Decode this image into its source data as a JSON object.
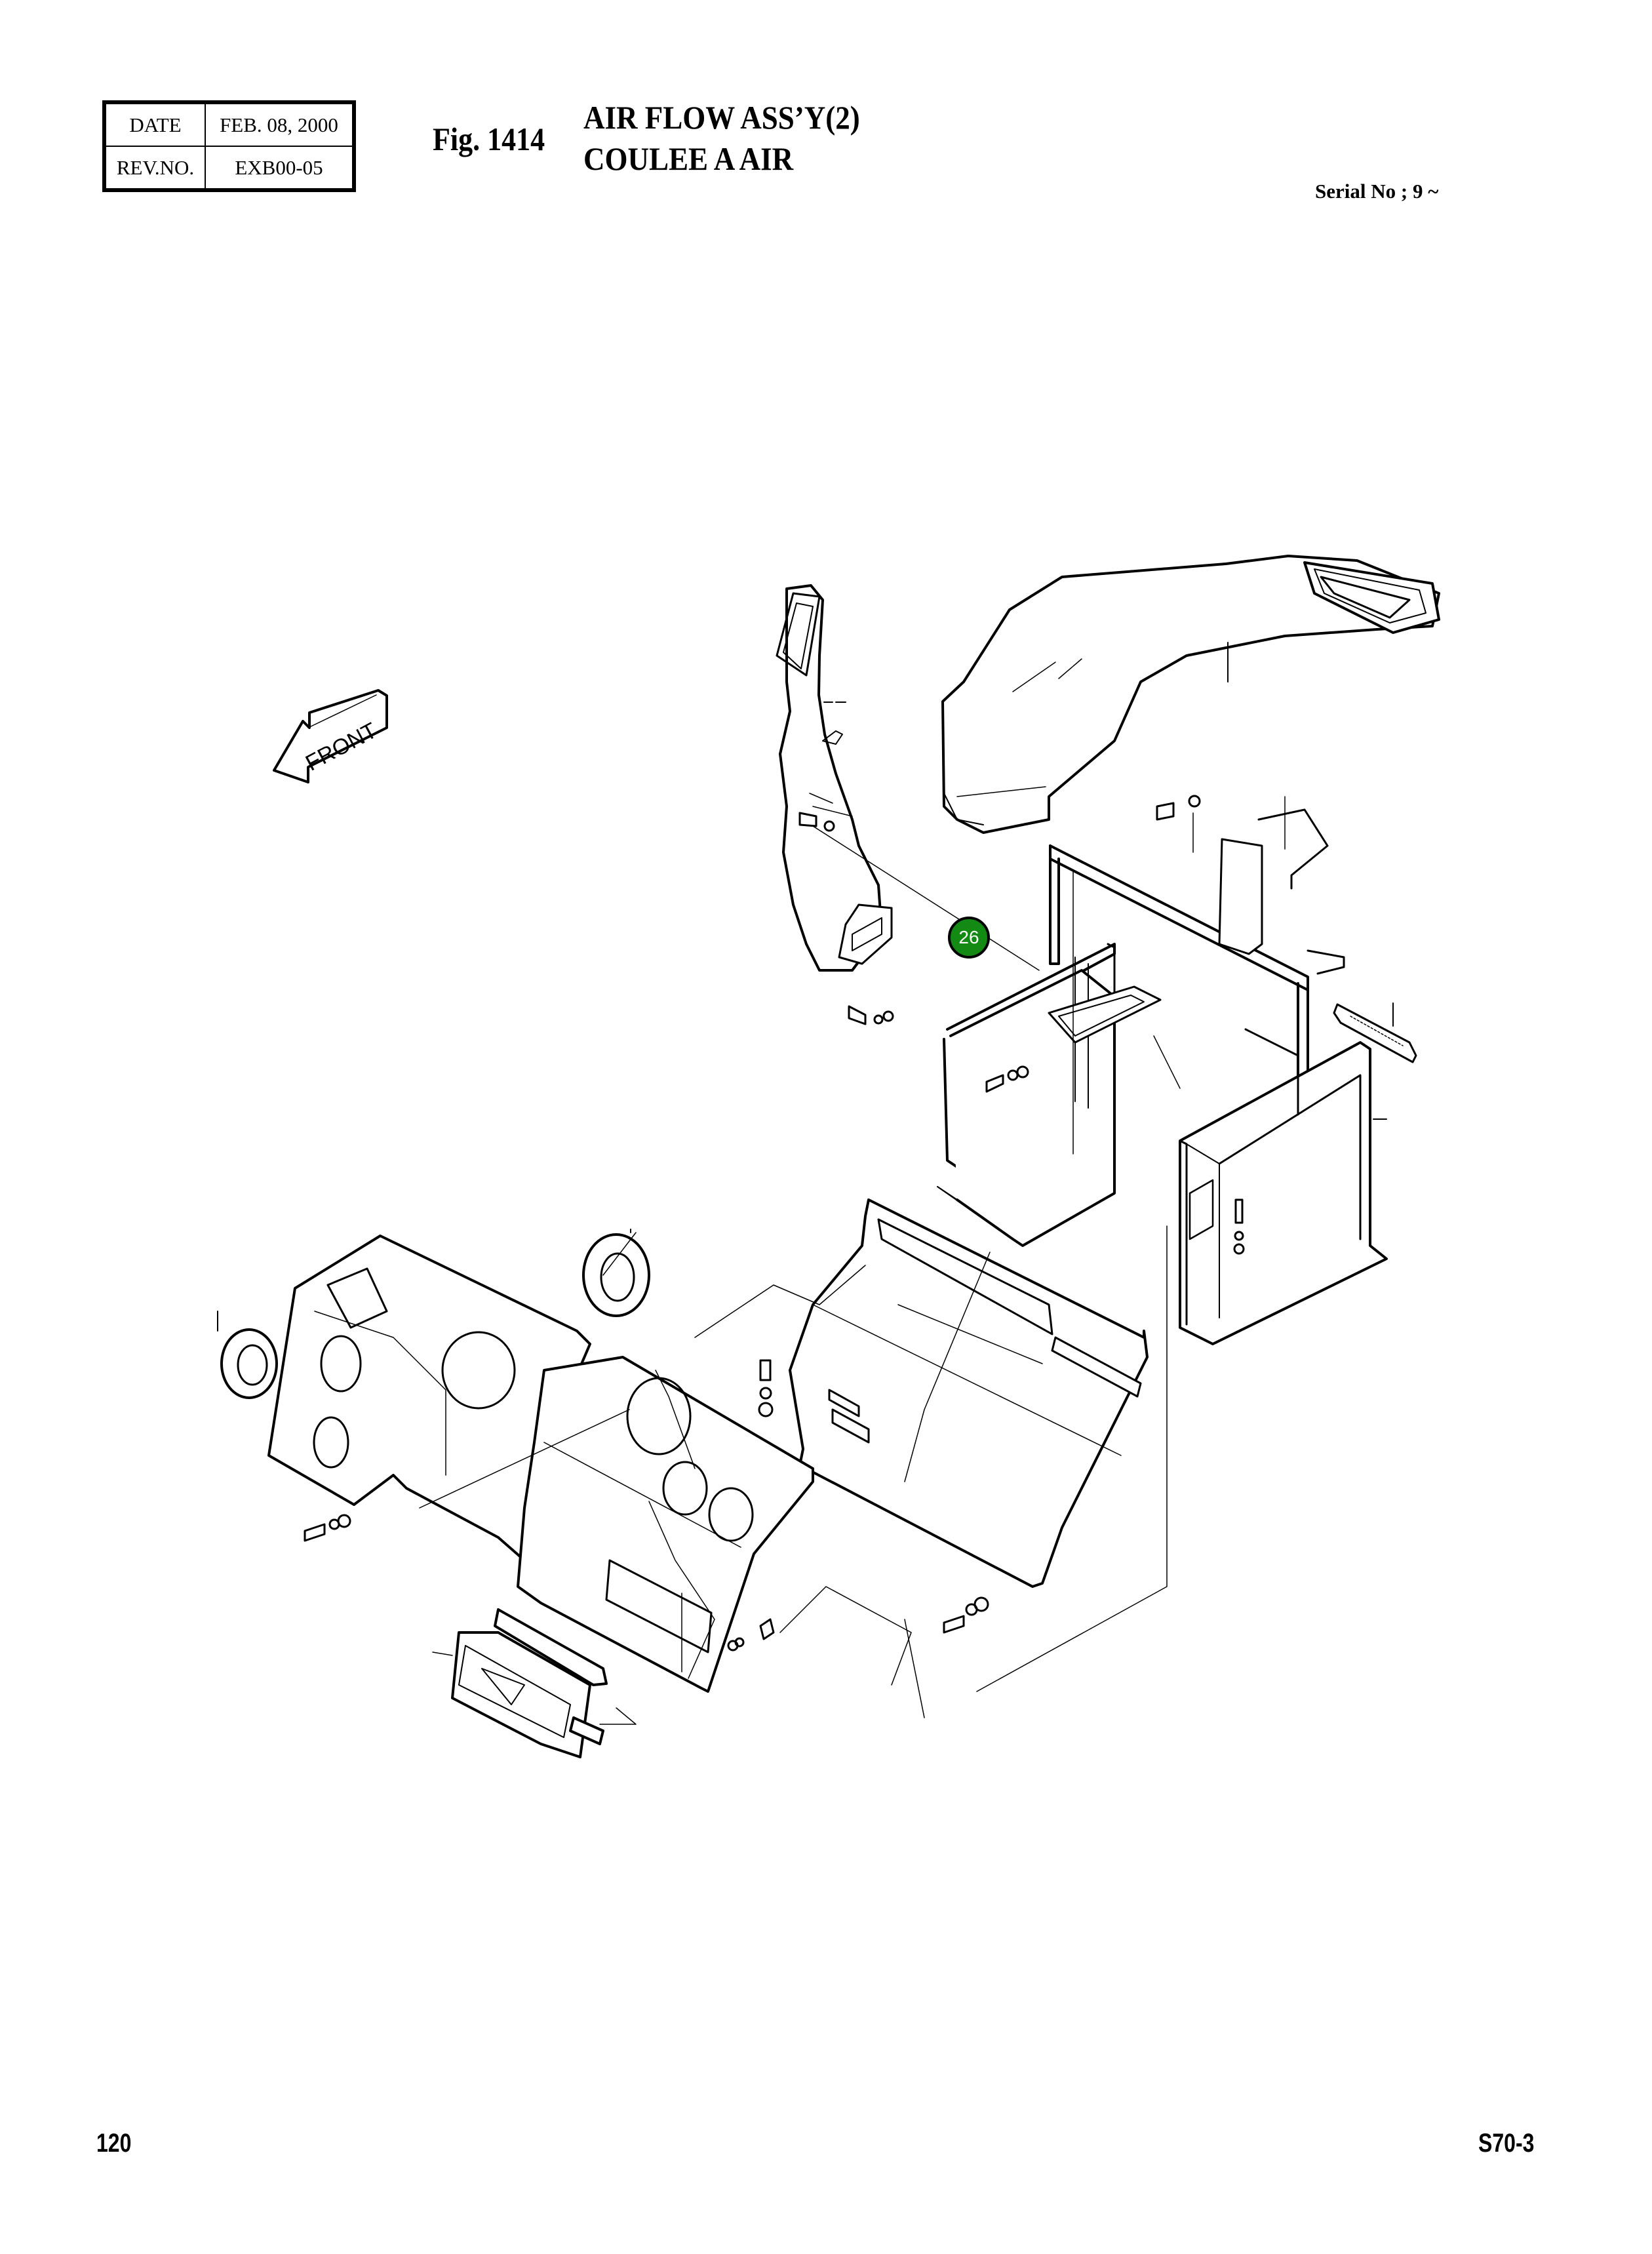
{
  "header": {
    "info_table": {
      "rows": [
        {
          "label": "DATE",
          "value": "FEB. 08, 2000"
        },
        {
          "label": "REV.NO.",
          "value": "EXB00-05"
        }
      ]
    },
    "figure_number": "Fig. 1414",
    "title_en": "AIR FLOW ASS’Y(2)",
    "title_fr": "COULEE A AIR",
    "serial": "Serial No ; 9 ~"
  },
  "diagram": {
    "front_arrow_label": "FRONT",
    "highlight_callout": {
      "number": "26",
      "color": "#138a13"
    },
    "parts": [
      "left-vertical-duct",
      "upper-right-curved-duct",
      "duct-outlet-grille",
      "main-support-frame",
      "rear-support-frame",
      "frame-bracket",
      "cable-tie",
      "inner-duct-connector",
      "left-dash-panel",
      "center-dash-panel",
      "right-console-cover",
      "vent-louver-round-left",
      "vent-louver-round-center",
      "lower-vent-outlet",
      "seal-strips",
      "bolts-washers"
    ]
  },
  "footer": {
    "page_number": "120",
    "model": "S70-3"
  }
}
